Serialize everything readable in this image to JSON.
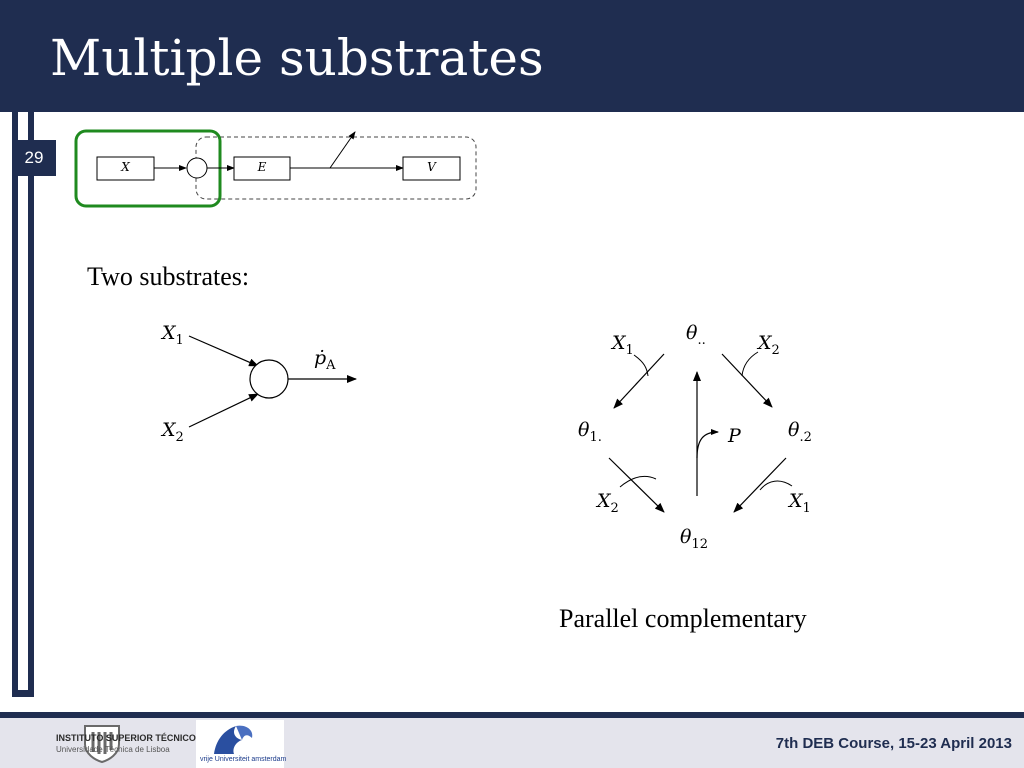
{
  "slide": {
    "title": "Multiple substrates",
    "number": "29",
    "footer": "7th DEB Course, 15-23 April 2013",
    "ist_logo": {
      "line1": "INSTITUTO SUPERIOR TÉCNICO",
      "line2": "Universidade Técnica de Lisboa"
    },
    "vu_logo": {
      "text": "vrije Universiteit amsterdam"
    }
  },
  "schema": {
    "box_x": "X",
    "box_e": "E",
    "box_v": "V"
  },
  "left_diagram": {
    "caption": "Two substrates:",
    "x1": "X",
    "x1_sub": "1",
    "x2": "X",
    "x2_sub": "2",
    "p": "ṗ",
    "p_sub": "A"
  },
  "right_diagram": {
    "caption": "Parallel complementary",
    "theta_dotdot": "θ",
    "theta_dotdot_sub": "..",
    "theta_1dot": "θ",
    "theta_1dot_sub": "1.",
    "theta_dot2": "θ",
    "theta_dot2_sub": ".2",
    "theta_12": "θ",
    "theta_12_sub": "12",
    "x1_top": "X",
    "x1_top_sub": "1",
    "x2_top": "X",
    "x2_top_sub": "2",
    "x2_bottom": "X",
    "x2_bottom_sub": "2",
    "x1_bottom": "X",
    "x1_bottom_sub": "1",
    "p": "P"
  },
  "colors": {
    "header": "#1f2d50",
    "highlight": "#1f8a1f"
  }
}
